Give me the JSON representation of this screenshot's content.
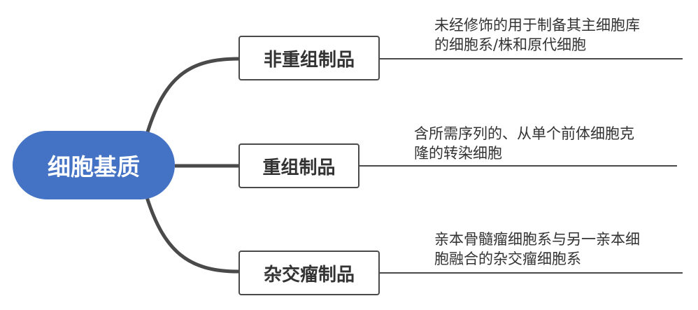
{
  "root": {
    "label": "细胞基质"
  },
  "branches": [
    {
      "label": "非重组制品",
      "desc": [
        "未经修饰的用于制备其主细胞库",
        "的细胞系/株和原代细胞"
      ]
    },
    {
      "label": "重组制品",
      "desc": [
        "含所需序列的、从单个前体细胞克",
        "隆的转染细胞"
      ]
    },
    {
      "label": "杂交瘤制品",
      "desc": [
        "亲本骨髓瘤细胞系与另一亲本细",
        "胞融合的杂交瘤细胞系"
      ]
    }
  ],
  "colors": {
    "root_fill": "#4472c4",
    "line": "#4a4a4a",
    "text": "#333333"
  }
}
